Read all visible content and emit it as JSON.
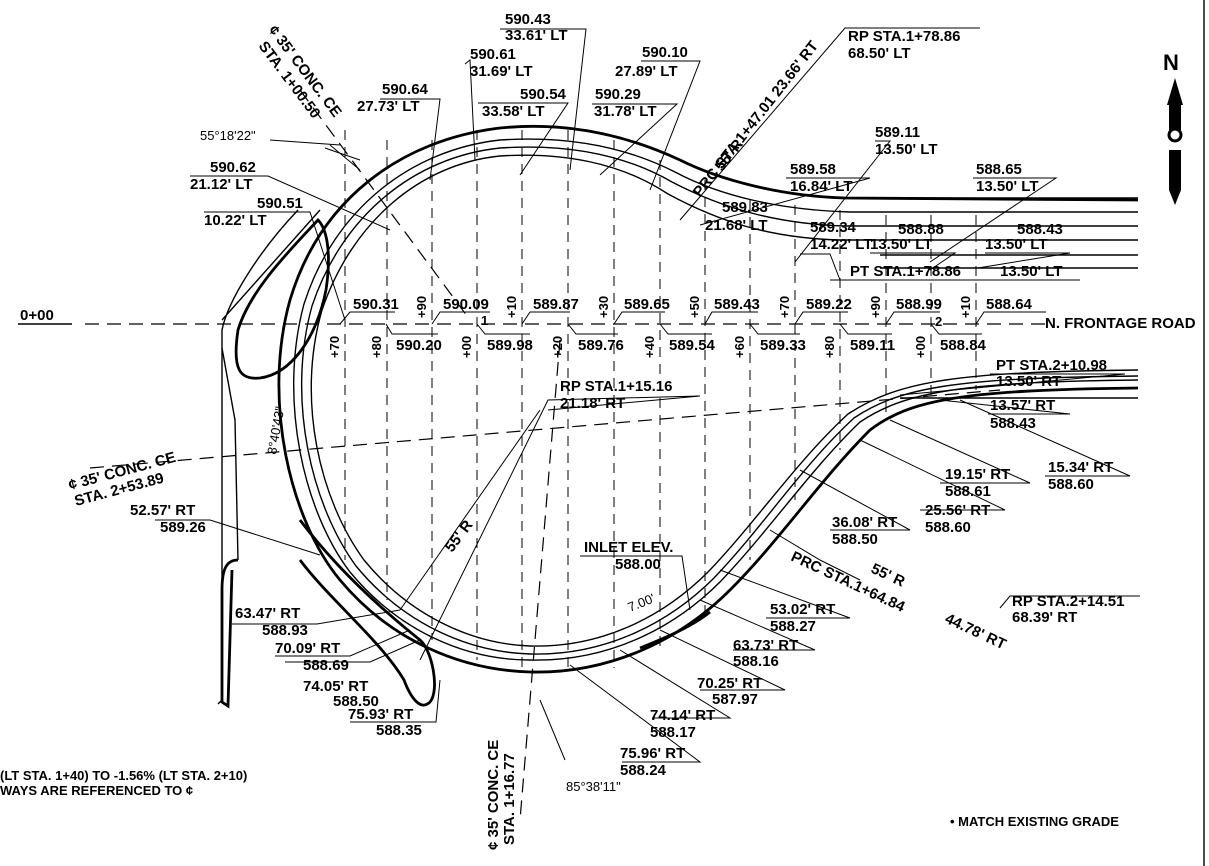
{
  "north": {
    "letter": "N"
  },
  "sta_zero": "0+00",
  "frontage_road": "N. FRONTAGE ROAD",
  "profile_top": [
    "590.31",
    "590.09",
    "589.87",
    "589.65",
    "589.43",
    "589.22",
    "588.99",
    "588.64"
  ],
  "profile_bottom": [
    "590.20",
    "589.98",
    "589.76",
    "589.54",
    "589.33",
    "589.11",
    "588.84"
  ],
  "station_ticks": [
    "+70",
    "+80",
    "+90",
    "+00",
    "+10",
    "+20",
    "+30",
    "+40",
    "+50",
    "+60",
    "+70",
    "+80",
    "+90",
    "+00",
    "+10"
  ],
  "station_index": [
    "1",
    "2"
  ],
  "callouts": {
    "c1": [
      "590.43",
      "33.61' LT"
    ],
    "c2": [
      "590.61",
      "31.69' LT"
    ],
    "c3": [
      "590.10",
      "27.89' LT"
    ],
    "c4": [
      "590.64",
      "27.73' LT"
    ],
    "c5": [
      "590.54",
      "33.58' LT"
    ],
    "c6": [
      "590.29",
      "31.78' LT"
    ],
    "c7": [
      "590.62",
      "21.12' LT"
    ],
    "c8": [
      "590.51",
      "10.22' LT"
    ],
    "c9": [
      "589.11",
      "13.50' LT"
    ],
    "c10": [
      "589.58",
      "16.84' LT"
    ],
    "c11": [
      "588.65",
      "13.50' LT"
    ],
    "c12": [
      "589.83",
      "21.68' LT"
    ],
    "c13": [
      "589.34",
      "14.22' LT"
    ],
    "c14": [
      "588.88",
      "13.50' LT"
    ],
    "c15": [
      "588.43",
      "13.50' LT"
    ],
    "rp1": [
      "RP STA.1+78.86",
      "68.50' LT"
    ],
    "prc1": "PRC STA.1+47.01 23.66' RT",
    "r55a": "55' R",
    "pt1": [
      "PT STA.1+78.86",
      "13.50' LT"
    ],
    "rp2": [
      "RP STA.1+15.16",
      "21.18' RT"
    ],
    "pt2": [
      "PT STA.2+10.98",
      "13.50' RT"
    ],
    "r1": [
      "13.57' RT",
      "588.43"
    ],
    "r2": [
      "19.15' RT",
      "588.61"
    ],
    "r3": [
      "15.34' RT",
      "588.60"
    ],
    "r4": [
      "25.56' RT",
      "588.60"
    ],
    "r5": [
      "36.08' RT",
      "588.50"
    ],
    "prc2": "PRC STA.1+64.84",
    "r55b": "55' R",
    "r44": "44.78' RT",
    "rp3": [
      "RP STA.2+14.51",
      "68.39' RT"
    ],
    "inlet": [
      "INLET ELEV.",
      "588.00"
    ],
    "dim7": "7.00'",
    "r6": [
      "53.02' RT",
      "588.27"
    ],
    "r7": [
      "63.73' RT",
      "588.16"
    ],
    "r8": [
      "70.25' RT",
      "587.97"
    ],
    "r9": [
      "74.14' RT",
      "588.17"
    ],
    "r10": [
      "75.96' RT",
      "588.24"
    ],
    "r11": [
      "75.93' RT",
      "588.35"
    ],
    "r12": [
      "74.05' RT",
      "588.50"
    ],
    "r13": [
      "70.09' RT",
      "588.69"
    ],
    "r14": [
      "63.47' RT",
      "588.93"
    ],
    "r15": [
      "52.57' RT",
      "589.26"
    ],
    "r55c": "55' R",
    "ce_left": [
      "¢ 35' CONC. CE",
      "STA. 2+53.89"
    ],
    "ce_top": [
      "¢ 35' CONC. CE",
      "STA. 1+00.50"
    ],
    "ce_bottom": [
      "¢ 35' CONC. CE",
      "STA. 1+16.77"
    ],
    "angle1": "55°18'22\"",
    "angle2": "8°40'43\"",
    "angle3": "85°38'11\"",
    "notes": [
      "(LT STA. 1+40) TO -1.56% (LT STA. 2+10)",
      "WAYS ARE REFERENCED TO ¢"
    ],
    "legend": "• MATCH EXISTING GRADE"
  }
}
